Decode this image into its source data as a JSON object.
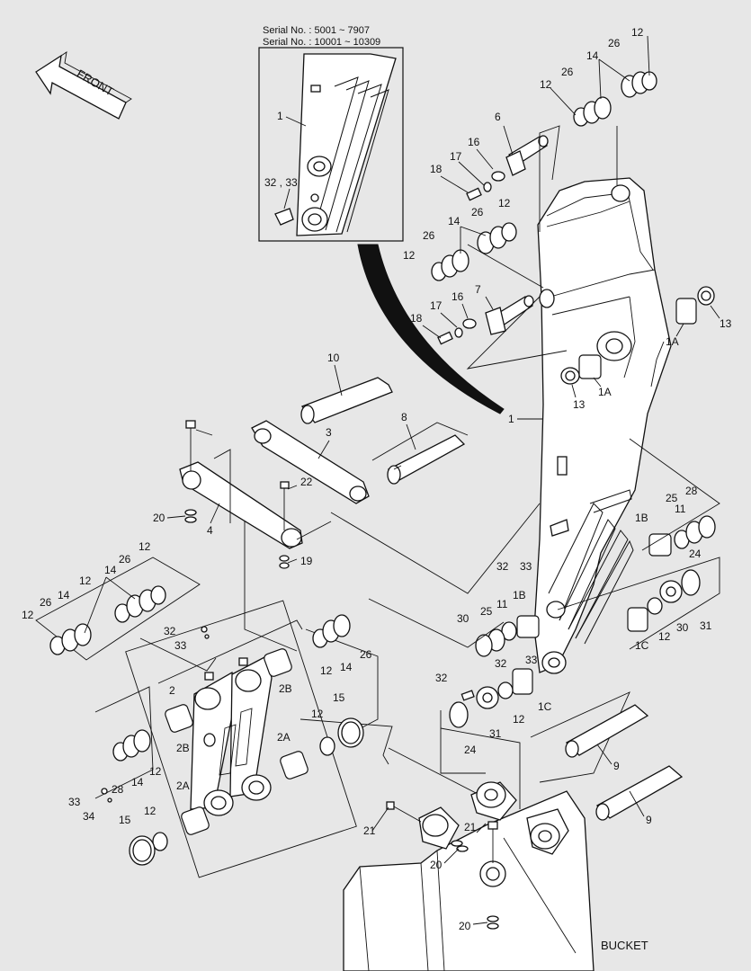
{
  "serial_notes": [
    "Serial No. : 5001 ~ 7907",
    "Serial No. : 10001 ~ 10309"
  ],
  "front_label": "FRONT",
  "bucket_label": "BUCKET",
  "inset_labels": [
    "1",
    "32 , 33"
  ],
  "callouts": [
    "1",
    "1A",
    "1A",
    "1B",
    "1B",
    "1C",
    "1C",
    "2",
    "2A",
    "2A",
    "2B",
    "2B",
    "3",
    "4",
    "6",
    "7",
    "8",
    "9",
    "9",
    "10",
    "11",
    "11",
    "12",
    "12",
    "12",
    "12",
    "12",
    "12",
    "12",
    "12",
    "12",
    "12",
    "12",
    "12",
    "12",
    "13",
    "13",
    "14",
    "14",
    "14",
    "14",
    "14",
    "14",
    "15",
    "15",
    "16",
    "16",
    "17",
    "17",
    "18",
    "18",
    "19",
    "20",
    "20",
    "20",
    "21",
    "21",
    "22",
    "24",
    "24",
    "25",
    "25",
    "26",
    "26",
    "26",
    "26",
    "26",
    "26",
    "26",
    "28",
    "28",
    "30",
    "30",
    "31",
    "31",
    "32",
    "32",
    "32",
    "32",
    "33",
    "33",
    "33",
    "33",
    "34"
  ],
  "colors": {
    "background": "#e7e7e7",
    "line": "#111111",
    "part_fill": "#ffffff"
  }
}
